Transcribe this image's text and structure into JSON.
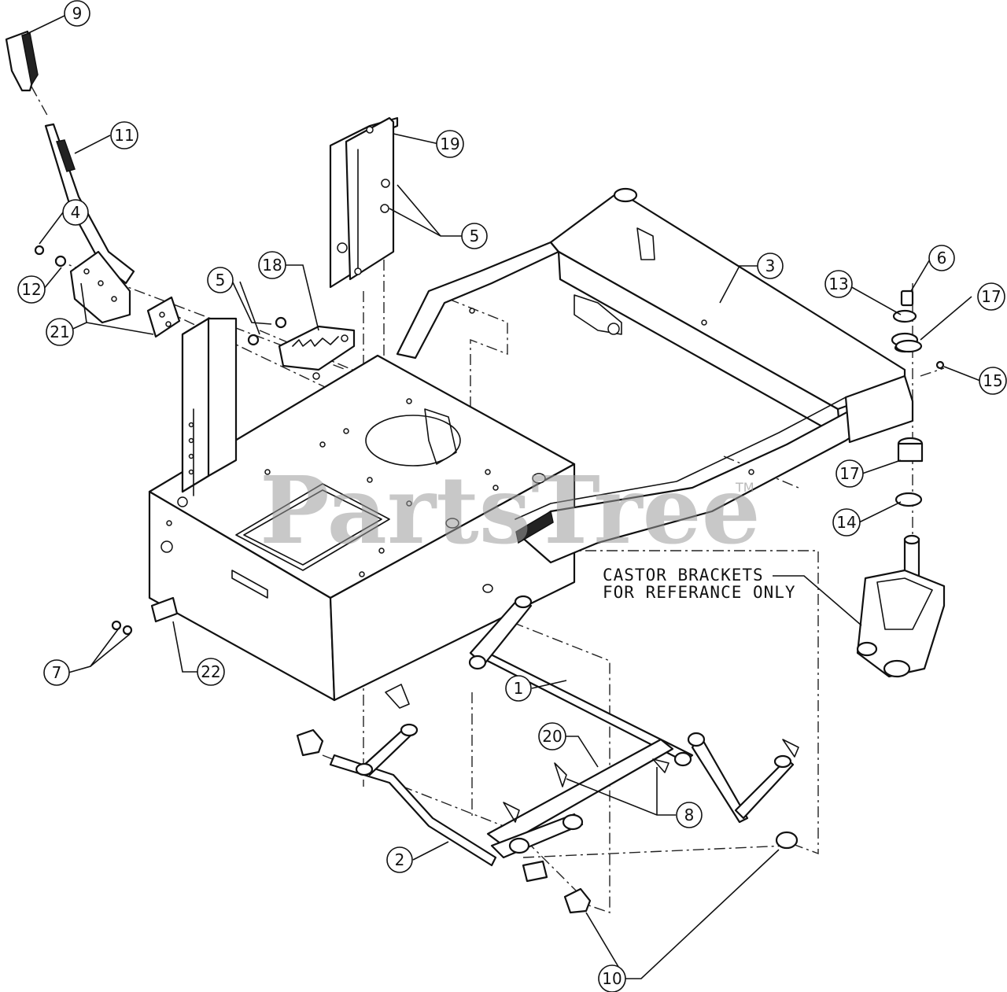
{
  "watermark": {
    "text": "PartsTree",
    "trademark": "TM"
  },
  "note": {
    "line1": "CASTOR BRACKETS",
    "line2": "FOR REFERANCE ONLY"
  },
  "callouts": [
    {
      "id": "c9",
      "label": "9"
    },
    {
      "id": "c11",
      "label": "11"
    },
    {
      "id": "c4",
      "label": "4"
    },
    {
      "id": "c12",
      "label": "12"
    },
    {
      "id": "c21",
      "label": "21"
    },
    {
      "id": "c19",
      "label": "19"
    },
    {
      "id": "c5a",
      "label": "5"
    },
    {
      "id": "c5b",
      "label": "5"
    },
    {
      "id": "c18",
      "label": "18"
    },
    {
      "id": "c3",
      "label": "3"
    },
    {
      "id": "c6",
      "label": "6"
    },
    {
      "id": "c13",
      "label": "13"
    },
    {
      "id": "c17a",
      "label": "17"
    },
    {
      "id": "c15",
      "label": "15"
    },
    {
      "id": "c17b",
      "label": "17"
    },
    {
      "id": "c14",
      "label": "14"
    },
    {
      "id": "c7",
      "label": "7"
    },
    {
      "id": "c22",
      "label": "22"
    },
    {
      "id": "c1",
      "label": "1"
    },
    {
      "id": "c20",
      "label": "20"
    },
    {
      "id": "c8",
      "label": "8"
    },
    {
      "id": "c2",
      "label": "2"
    },
    {
      "id": "c10",
      "label": "10"
    }
  ]
}
